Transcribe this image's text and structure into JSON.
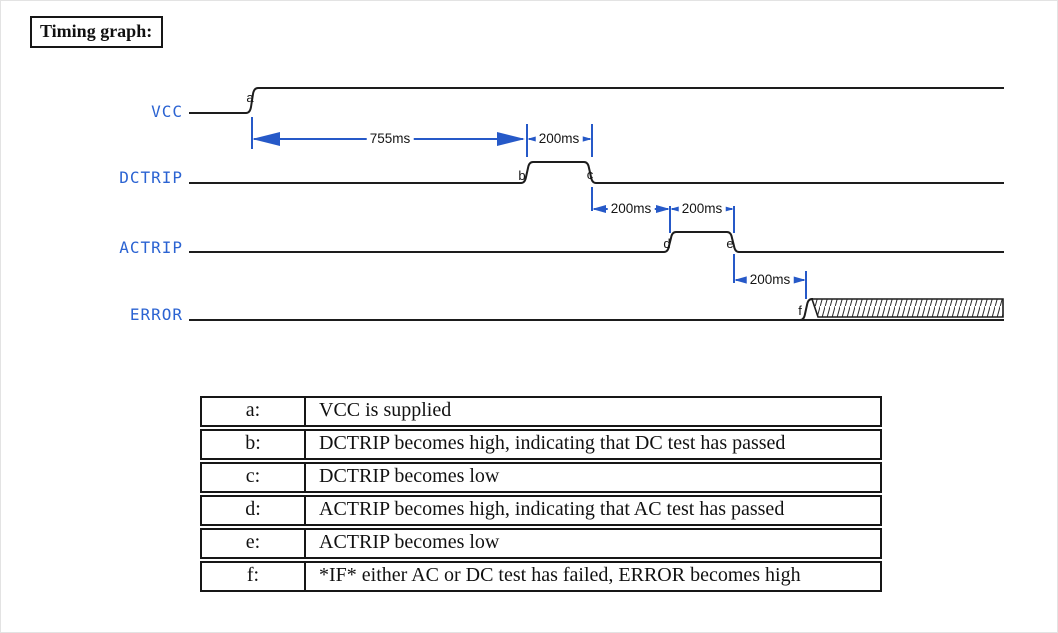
{
  "title": "Timing graph:",
  "colors": {
    "annotation_blue": "#2659c8",
    "signal_label_blue": "#2b63d2",
    "line_black": "#1d1d1d"
  },
  "diagram": {
    "signals": [
      {
        "name": "VCC"
      },
      {
        "name": "DCTRIP"
      },
      {
        "name": "ACTRIP"
      },
      {
        "name": "ERROR"
      }
    ],
    "markers": [
      "a",
      "b",
      "c",
      "d",
      "e",
      "f"
    ],
    "durations": [
      {
        "label": "755ms",
        "from": "a",
        "to": "b"
      },
      {
        "label": "200ms",
        "from": "b",
        "to": "c"
      },
      {
        "label": "200ms",
        "from": "c",
        "to": "d"
      },
      {
        "label": "200ms",
        "from": "d",
        "to": "e"
      },
      {
        "label": "200ms",
        "from": "e",
        "to": "f"
      }
    ],
    "error_high_region": "hatched (conditional high)"
  },
  "legend": {
    "rows": [
      {
        "key": "a:",
        "description": "VCC is supplied"
      },
      {
        "key": "b:",
        "description": "DCTRIP becomes high, indicating that DC test has passed"
      },
      {
        "key": "c:",
        "description": "DCTRIP becomes low"
      },
      {
        "key": "d:",
        "description": "ACTRIP becomes high, indicating that AC test has passed"
      },
      {
        "key": "e:",
        "description": "ACTRIP becomes low"
      },
      {
        "key": "f:",
        "description": "*IF* either AC or DC test has failed, ERROR becomes high"
      }
    ]
  }
}
